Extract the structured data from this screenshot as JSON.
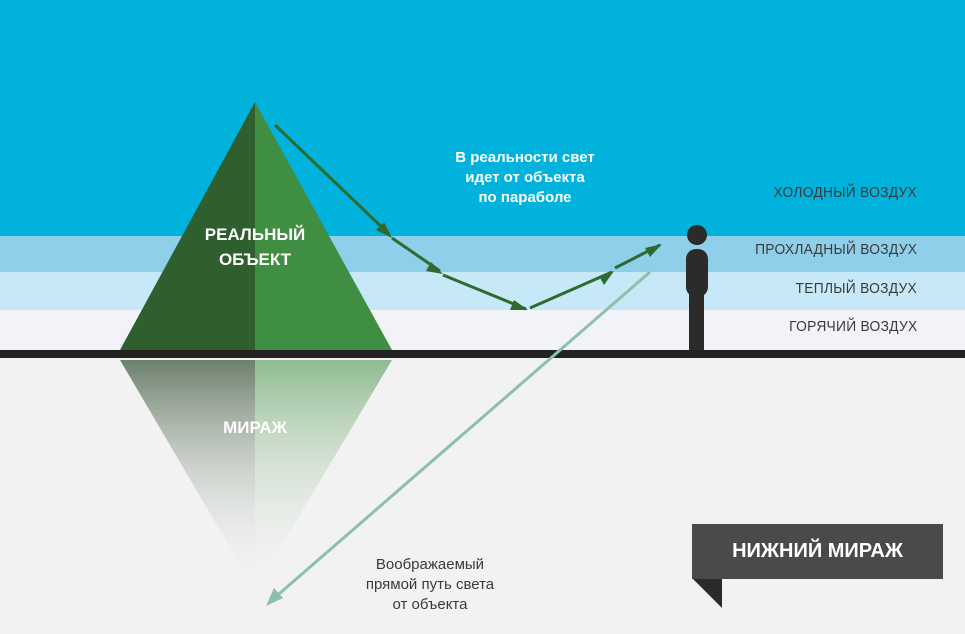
{
  "labels": {
    "real_object_line1": "РЕАЛЬНЫЙ",
    "real_object_line2": "ОБЪЕКТ",
    "mirage": "МИРАЖ",
    "real_path_note": [
      "В реальности свет",
      "идет от объекта",
      "по параболе"
    ],
    "imaginary_path_note": [
      "Воображаемый",
      "прямой путь света",
      "от объекта"
    ],
    "banner": "НИЖНИЙ МИРАЖ"
  },
  "air_layers": [
    {
      "name": "ХОЛОДНЫЙ ВОЗДУХ",
      "color": "#00b2dc"
    },
    {
      "name": "ПРОХЛАДНЫЙ ВОЗДУХ",
      "color": "#8fcfe9"
    },
    {
      "name": "ТЕПЛЫЙ ВОЗДУХ",
      "color": "#c7e9f7"
    },
    {
      "name": "ГОРЯЧИЙ ВОЗДУХ",
      "color": "#f2f3f8"
    }
  ],
  "colors": {
    "ground": "#f2f2f2",
    "pyramid_dark": "#2f5e2f",
    "pyramid_light": "#3f8e42",
    "arrow_real": "#2f6a30",
    "arrow_imaginary": "#8dbfb1",
    "person": "#2b2b2b"
  }
}
